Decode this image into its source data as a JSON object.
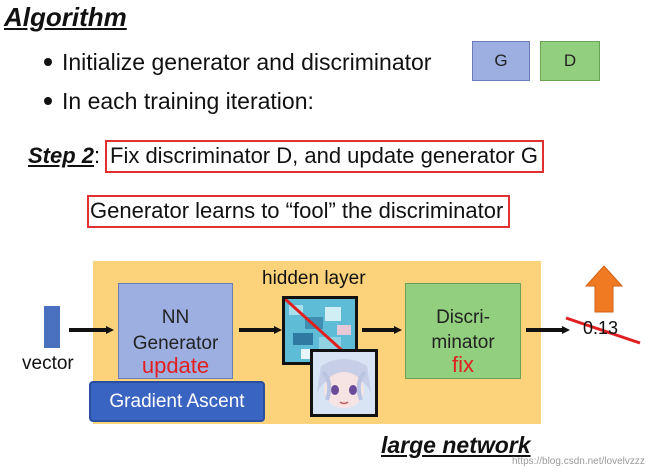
{
  "title": "Algorithm",
  "bullets": {
    "item1": "Initialize generator and discriminator",
    "item2": "In each training iteration:"
  },
  "tags": {
    "g": "G",
    "d": "D"
  },
  "step": {
    "label": "Step 2",
    "colon": ":",
    "text": "Fix discriminator D, and update generator G"
  },
  "note": "Generator learns to “fool” the discriminator",
  "diagram": {
    "vector_label": "vector",
    "generator": {
      "line1": "NN",
      "line2": "Generator",
      "status": "update"
    },
    "gradient_button": "Gradient Ascent",
    "hidden_label": "hidden layer",
    "discriminator": {
      "line1": "Discri-",
      "line2": "minator",
      "status": "fix"
    },
    "score": "0.13",
    "network_label": "large network"
  },
  "watermark": "https://blog.csdn.net/lovelvzzz",
  "colors": {
    "generator_fill": "#9dafe0",
    "discriminator_fill": "#92cf7e",
    "network_fill": "#fcd27a",
    "highlight_red": "#e03030",
    "button_blue": "#3a64c2",
    "arrow_orange": "#f07a22"
  }
}
